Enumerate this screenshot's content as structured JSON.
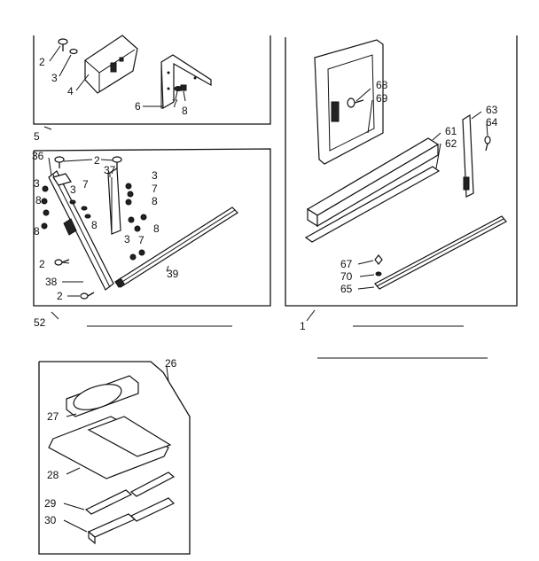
{
  "labels": {
    "p1": "1",
    "p2a": "2",
    "p3a": "3",
    "p4": "4",
    "p5": "5",
    "p6": "6",
    "p7a": "7",
    "p8a": "8",
    "p36": "36",
    "p2b": "2",
    "p37": "37",
    "p3b": "3",
    "p7b": "7",
    "p8b": "8",
    "p3c": "3",
    "p7c": "7",
    "p3d": "3",
    "p8c": "8",
    "p8d": "8",
    "p8e": "8",
    "p3e": "3",
    "p7d": "7",
    "p8f": "8",
    "p2c": "2",
    "p38": "38",
    "p39": "39",
    "p2d": "2",
    "p52": "52",
    "p68": "68",
    "p69": "69",
    "p61": "61",
    "p62": "62",
    "p63": "63",
    "p64": "64",
    "p67": "67",
    "p70": "70",
    "p65": "65",
    "p26": "26",
    "p27": "27",
    "p28": "28",
    "p29": "29",
    "p30": "30"
  }
}
